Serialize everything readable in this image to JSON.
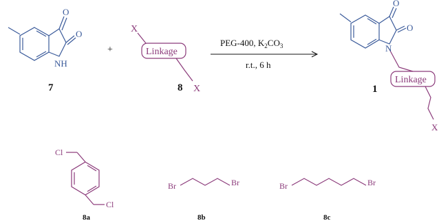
{
  "colors": {
    "isatin": "#3a5a9a",
    "linker": "#8b3a7a",
    "text": "#111111"
  },
  "reactants": {
    "isatin": {
      "number": "7",
      "oxo_label": "O",
      "nh_label": "NH"
    },
    "plus": "+",
    "linker": {
      "number": "8",
      "box_label": "Linkage",
      "x_label": "X"
    }
  },
  "conditions": {
    "above_prefix": "PEG-400, K",
    "above_sub1": "2",
    "above_mid": "CO",
    "above_sub2": "3",
    "below": "r.t., 6 h"
  },
  "product": {
    "number": "1",
    "oxo_label": "O",
    "n_label": "N",
    "box_label": "Linkage",
    "x_label": "X"
  },
  "linkers": [
    {
      "id": "8a",
      "left_label": "Cl",
      "right_label": "Cl"
    },
    {
      "id": "8b",
      "left_label": "Br",
      "right_label": "Br"
    },
    {
      "id": "8c",
      "left_label": "Br",
      "right_label": "Br"
    }
  ]
}
